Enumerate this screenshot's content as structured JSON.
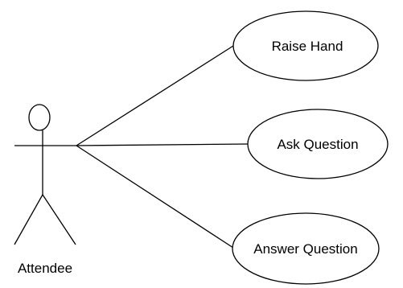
{
  "actor": {
    "name": "Attendee"
  },
  "use_cases": [
    {
      "label": "Raise Hand"
    },
    {
      "label": "Ask Question"
    },
    {
      "label": "Answer Question"
    }
  ],
  "colors": {
    "stroke": "#000000",
    "background": "#ffffff"
  }
}
